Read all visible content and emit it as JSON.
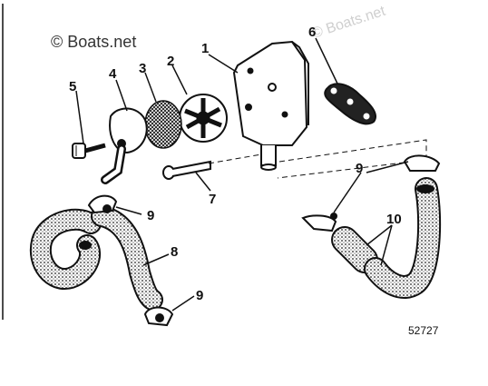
{
  "watermark": {
    "primary": "© Boats.net",
    "faded": "© Boats.net"
  },
  "callouts": [
    {
      "id": "1",
      "label": "1"
    },
    {
      "id": "2",
      "label": "2"
    },
    {
      "id": "3",
      "label": "3"
    },
    {
      "id": "4",
      "label": "4"
    },
    {
      "id": "5",
      "label": "5"
    },
    {
      "id": "6",
      "label": "6"
    },
    {
      "id": "7",
      "label": "7"
    },
    {
      "id": "8",
      "label": "8"
    },
    {
      "id": "9a",
      "label": "9"
    },
    {
      "id": "9b",
      "label": "9"
    },
    {
      "id": "9c",
      "label": "9"
    },
    {
      "id": "10",
      "label": "10"
    }
  ],
  "diagram_number": "52727",
  "colors": {
    "ink": "#111111",
    "paper": "#ffffff"
  }
}
